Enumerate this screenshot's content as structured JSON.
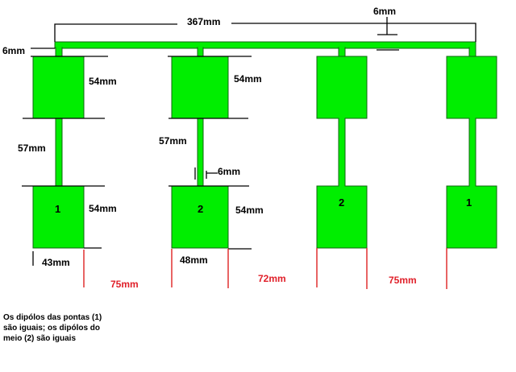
{
  "dimensions": {
    "total_length": "367mm",
    "feed_width_top": "6mm",
    "feed_width_left": "6mm",
    "patch1_height_top": "54mm",
    "patch2_height_top": "54mm",
    "patch1_gap": "57mm",
    "patch2_gap": "57mm",
    "line_width": "6mm",
    "patch1_height_bottom": "54mm",
    "patch2_height_bottom": "54mm",
    "patch1_width": "43mm",
    "patch2_width": "48mm",
    "spacing_1_2": "75mm",
    "spacing_2_3": "72mm",
    "spacing_3_4": "75mm"
  },
  "dipole_labels": [
    "1",
    "2",
    "2",
    "1"
  ],
  "note": [
    "Os dipólos das pontas (1)",
    "são iguais; os dipólos do",
    "meio (2) são iguais"
  ],
  "colors": {
    "patch": "#00ee00",
    "spacing": "#e0202a"
  }
}
